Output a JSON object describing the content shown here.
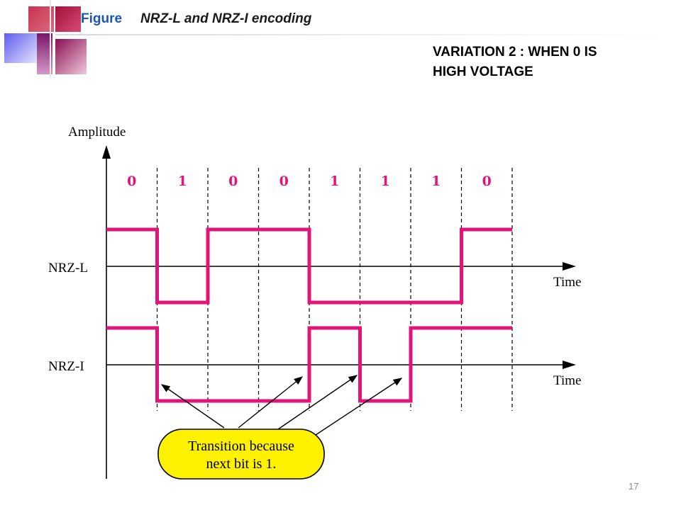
{
  "header": {
    "figure_label": "Figure",
    "figure_title": "NRZ-L and NRZ-I encoding"
  },
  "note": {
    "line1": "VARIATION 2 : WHEN 0 IS",
    "line2": "HIGH VOLTAGE"
  },
  "diagram": {
    "y_axis_label": "Amplitude",
    "bits": [
      "0",
      "1",
      "0",
      "0",
      "1",
      "1",
      "1",
      "0"
    ],
    "signals": [
      {
        "label": "NRZ-L",
        "time_label": "Time",
        "levels": [
          1,
          0,
          1,
          1,
          0,
          0,
          0,
          1
        ]
      },
      {
        "label": "NRZ-I",
        "time_label": "Time",
        "levels": [
          1,
          0,
          0,
          0,
          1,
          0,
          1,
          1
        ]
      }
    ],
    "callout": {
      "line1": "Transition because",
      "line2": "next bit is 1."
    },
    "colors": {
      "signal": "#e0157a",
      "bits": "#e0157a",
      "callout_fill": "#fff200",
      "axes": "#000000"
    }
  },
  "footer": {
    "page_number": "17"
  }
}
